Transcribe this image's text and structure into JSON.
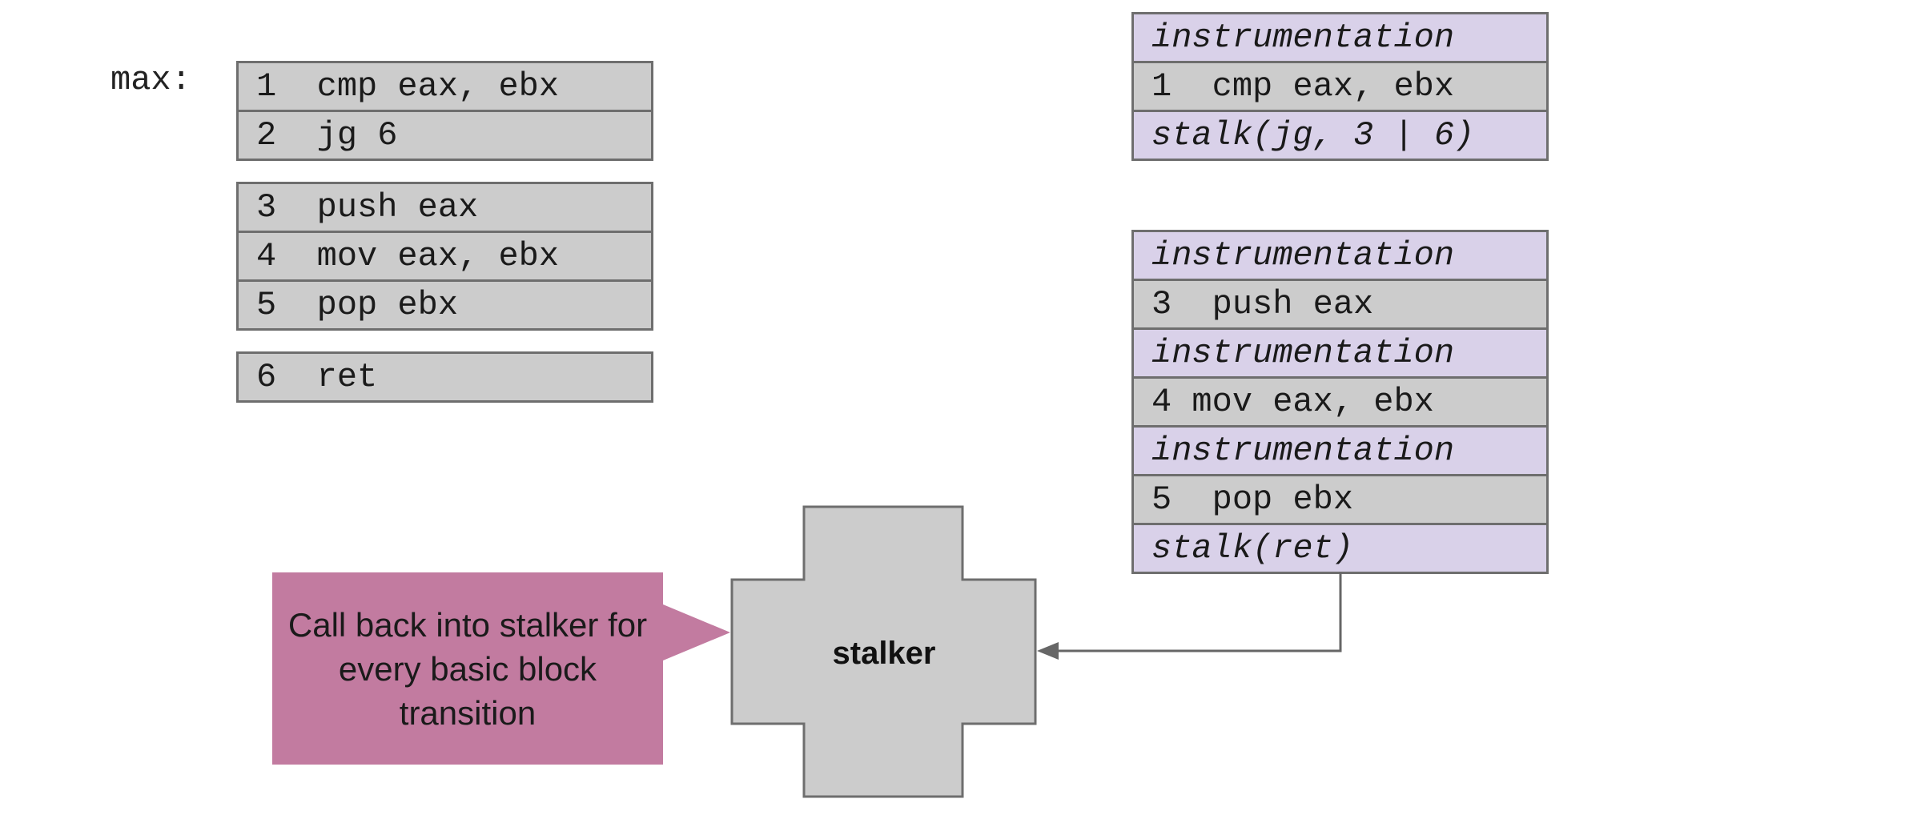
{
  "left_label": "max:",
  "left_blocks": [
    {
      "rows": [
        {
          "text": "1  cmp eax, ebx",
          "kind": "code"
        },
        {
          "text": "2  jg 6",
          "kind": "code"
        }
      ]
    },
    {
      "rows": [
        {
          "text": "3  push eax",
          "kind": "code"
        },
        {
          "text": "4  mov eax, ebx",
          "kind": "code"
        },
        {
          "text": "5  pop ebx",
          "kind": "code"
        }
      ]
    },
    {
      "rows": [
        {
          "text": "6  ret",
          "kind": "code"
        }
      ]
    }
  ],
  "right_blocks": [
    {
      "rows": [
        {
          "text": "instrumentation",
          "kind": "instrumentation"
        },
        {
          "text": "1  cmp eax, ebx",
          "kind": "code"
        },
        {
          "text": "stalk(jg, 3 | 6)",
          "kind": "instrumentation"
        }
      ]
    },
    {
      "rows": [
        {
          "text": "instrumentation",
          "kind": "instrumentation"
        },
        {
          "text": "3  push eax",
          "kind": "code"
        },
        {
          "text": "instrumentation",
          "kind": "instrumentation"
        },
        {
          "text": "4 mov eax, ebx",
          "kind": "code"
        },
        {
          "text": "instrumentation",
          "kind": "instrumentation"
        },
        {
          "text": "5  pop ebx",
          "kind": "code"
        },
        {
          "text": "stalk(ret)",
          "kind": "instrumentation"
        }
      ]
    }
  ],
  "stalker_label": "stalker",
  "callout_text": "Call back into stalker for every basic block transition",
  "colors": {
    "code_fill": "#cccccc",
    "instrumentation_fill": "#d9d1e9",
    "border": "#6e6e6e",
    "callout_fill": "#c27ba0"
  }
}
